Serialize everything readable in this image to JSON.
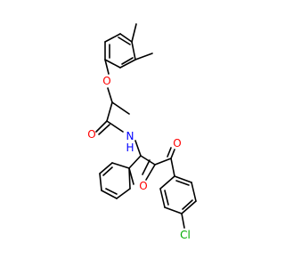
{
  "molecule": {
    "colors": {
      "bond": "#000000",
      "carbon": "#000000",
      "oxygen": "#ff0000",
      "nitrogen": "#0000ff",
      "chlorine": "#00aa00"
    },
    "atom_labels": {
      "ether_oxygen": "O",
      "carbonyl_oxygen_amide": "O",
      "amide_nitrogen": "N",
      "amide_hydrogen": "H",
      "furan_oxygen": "O",
      "ketone_oxygen": "O",
      "chlorine": "Cl"
    }
  }
}
